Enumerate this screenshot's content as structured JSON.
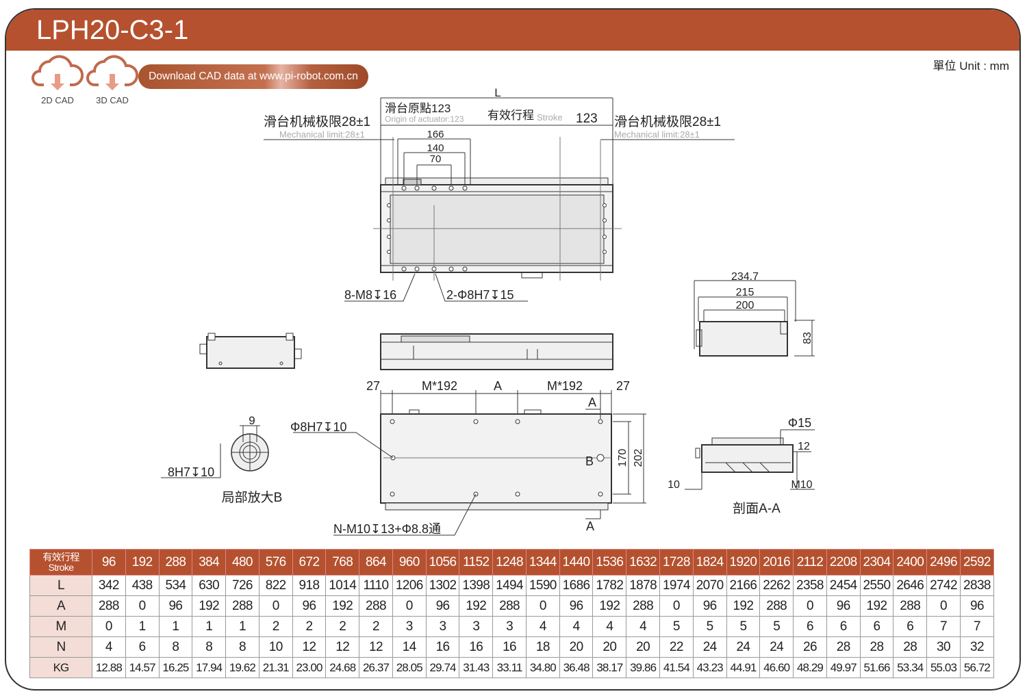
{
  "header": {
    "title": "LPH20-C3-1",
    "unit": "單位 Unit : mm",
    "color": "#b5512f"
  },
  "cad": {
    "items": [
      {
        "label": "2D CAD",
        "icon": "cloud-download-icon"
      },
      {
        "label": "3D CAD",
        "icon": "cloud-download-icon"
      }
    ],
    "download": "Download CAD data at www.pi-robot.com.cn"
  },
  "drawing": {
    "L": "L",
    "origin_cn": "滑台原點123",
    "origin_en": "Origin of actuator:123",
    "stroke_cn": "有效行程",
    "stroke_en": "Stroke",
    "right_123": "123",
    "mech_cn": "滑台机械极限28±1",
    "mech_en": "Mechanical limit:28±1",
    "d166": "166",
    "d140": "140",
    "d70": "70",
    "m8": "8-M8↧16",
    "phi8": "2-Φ8H7↧15",
    "e2347": "234.7",
    "e215": "215",
    "e200": "200",
    "e83": "83",
    "b27": "27",
    "bM192": "M*192",
    "bA": "A",
    "secA": "A",
    "secB": "B",
    "phi8h7": "Φ8H7↧10",
    "d170": "170",
    "d202": "202",
    "nm10": "N-M10↧13+Φ8.8通",
    "det9": "9",
    "det8h7": "8H7↧10",
    "detail": "局部放大B",
    "phi15": "Φ15",
    "s12": "12",
    "s10": "10",
    "m10": "M10",
    "section": "剖面A-A"
  },
  "table": {
    "stroke_cn": "有效行程",
    "stroke_en": "Stroke",
    "stroke": [
      "96",
      "192",
      "288",
      "384",
      "480",
      "576",
      "672",
      "768",
      "864",
      "960",
      "1056",
      "1152",
      "1248",
      "1344",
      "1440",
      "1536",
      "1632",
      "1728",
      "1824",
      "1920",
      "2016",
      "2112",
      "2208",
      "2304",
      "2400",
      "2496",
      "2592"
    ],
    "rows": [
      {
        "label": "L",
        "values": [
          "342",
          "438",
          "534",
          "630",
          "726",
          "822",
          "918",
          "1014",
          "1110",
          "1206",
          "1302",
          "1398",
          "1494",
          "1590",
          "1686",
          "1782",
          "1878",
          "1974",
          "2070",
          "2166",
          "2262",
          "2358",
          "2454",
          "2550",
          "2646",
          "2742",
          "2838"
        ]
      },
      {
        "label": "A",
        "values": [
          "288",
          "0",
          "96",
          "192",
          "288",
          "0",
          "96",
          "192",
          "288",
          "0",
          "96",
          "192",
          "288",
          "0",
          "96",
          "192",
          "288",
          "0",
          "96",
          "192",
          "288",
          "0",
          "96",
          "192",
          "288",
          "0",
          "96"
        ]
      },
      {
        "label": "M",
        "values": [
          "0",
          "1",
          "1",
          "1",
          "1",
          "2",
          "2",
          "2",
          "2",
          "3",
          "3",
          "3",
          "3",
          "4",
          "4",
          "4",
          "4",
          "5",
          "5",
          "5",
          "5",
          "6",
          "6",
          "6",
          "6",
          "7",
          "7"
        ]
      },
      {
        "label": "N",
        "values": [
          "4",
          "6",
          "8",
          "8",
          "8",
          "10",
          "12",
          "12",
          "12",
          "14",
          "16",
          "16",
          "16",
          "18",
          "20",
          "20",
          "20",
          "22",
          "24",
          "24",
          "24",
          "26",
          "28",
          "28",
          "28",
          "30",
          "32"
        ]
      },
      {
        "label": "KG",
        "values": [
          "12.88",
          "14.57",
          "16.25",
          "17.94",
          "19.62",
          "21.31",
          "23.00",
          "24.68",
          "26.37",
          "28.05",
          "29.74",
          "31.43",
          "33.11",
          "34.80",
          "36.48",
          "38.17",
          "39.86",
          "41.54",
          "43.23",
          "44.91",
          "46.60",
          "48.29",
          "49.97",
          "51.66",
          "53.34",
          "55.03",
          "56.72"
        ]
      }
    ]
  }
}
